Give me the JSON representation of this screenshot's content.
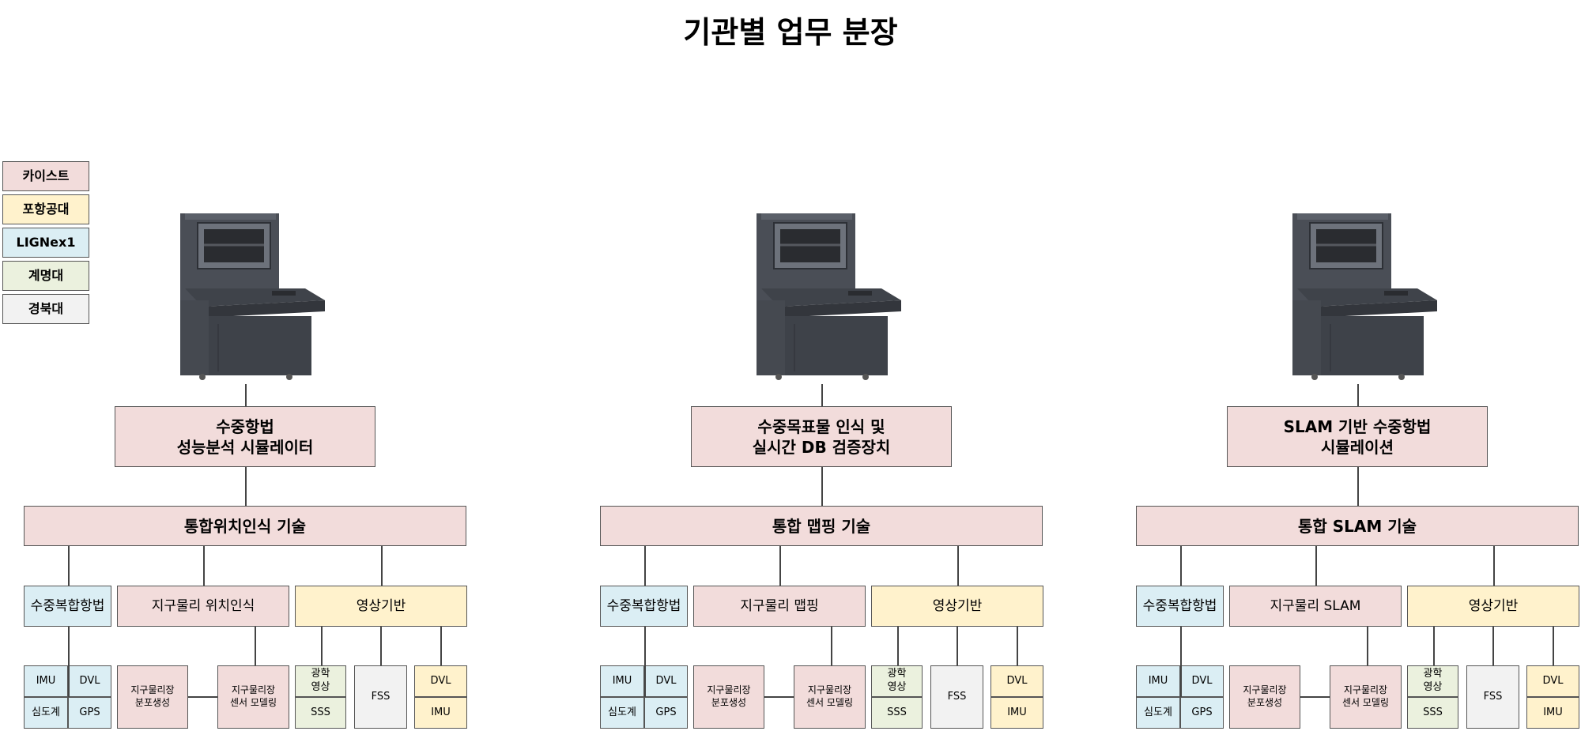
{
  "title": "기관별 업무 분장",
  "legend": [
    "카이스트",
    "포항공대",
    "LIGNex1",
    "계명대",
    "경북대"
  ],
  "colors": {
    "카이스트": "#f2dcdb",
    "포항공대": "#fff2cc",
    "LIGNex1": "#dbeef4",
    "계명대": "#ebf1de",
    "경북대": "#f2f2f2"
  },
  "columns": [
    {
      "simulator": "수중항법\n성능분석 시뮬레이터",
      "tech": "통합위치인식 기술",
      "cat_nav": "수중복합항법",
      "cat_geo": "지구물리 위치인식",
      "cat_vision": "영상기반",
      "nav_items": [
        "IMU",
        "DVL",
        "심도계",
        "GPS"
      ],
      "geo_items": [
        "지구물리장\n분포생성",
        "지구물리장\n센서 모델링"
      ],
      "optical": "광학\n영상",
      "sss": "SSS",
      "fss": "FSS",
      "dvl": "DVL",
      "imu": "IMU"
    },
    {
      "simulator": "수중목표물 인식 및\n실시간 DB 검증장치",
      "tech": "통합 맵핑 기술",
      "cat_nav": "수중복합항법",
      "cat_geo": "지구물리 맵핑",
      "cat_vision": "영상기반",
      "nav_items": [
        "IMU",
        "DVL",
        "심도계",
        "GPS"
      ],
      "geo_items": [
        "지구물리장\n분포생성",
        "지구물리장\n센서 모델링"
      ],
      "optical": "광학\n영상",
      "sss": "SSS",
      "fss": "FSS",
      "dvl": "DVL",
      "imu": "IMU"
    },
    {
      "simulator": "SLAM 기반 수중항법\n시뮬레이션",
      "tech": "통합 SLAM 기술",
      "cat_nav": "수중복합항법",
      "cat_geo": "지구물리 SLAM",
      "cat_vision": "영상기반",
      "nav_items": [
        "IMU",
        "DVL",
        "심도계",
        "GPS"
      ],
      "geo_items": [
        "지구물리장\n분포생성",
        "지구물리장\n센서 모델링"
      ],
      "optical": "광학\n영상",
      "sss": "SSS",
      "fss": "FSS",
      "dvl": "DVL",
      "imu": "IMU"
    }
  ]
}
